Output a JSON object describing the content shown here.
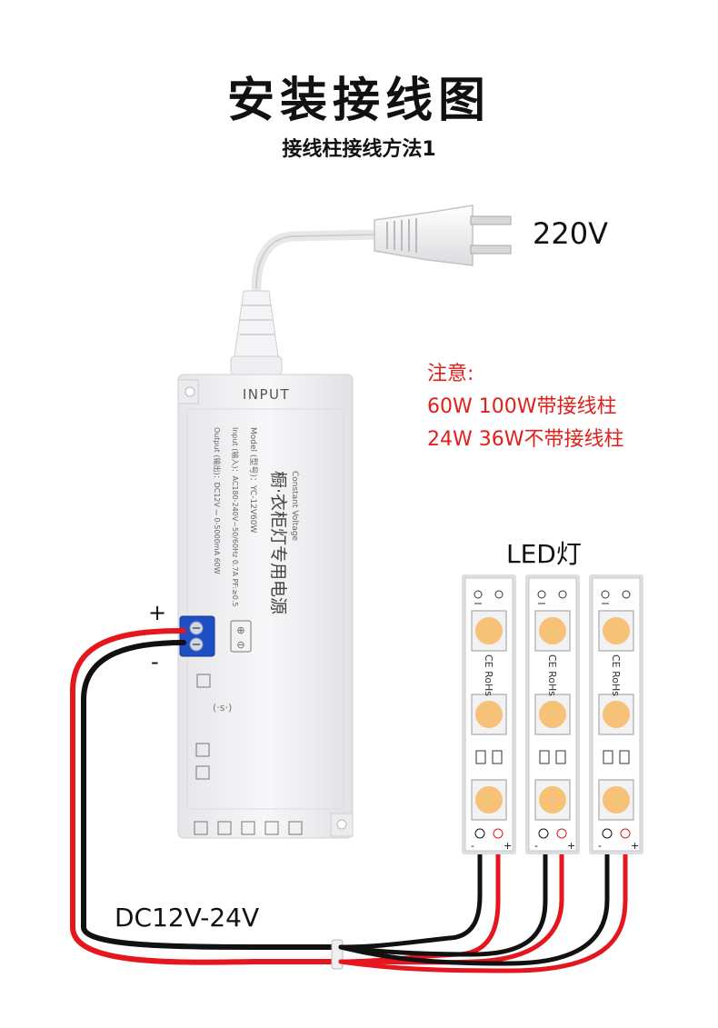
{
  "title": "安装接线图",
  "subtitle": "接线柱接线方法1",
  "plug": {
    "voltage": "220V"
  },
  "notice": {
    "heading": "注意:",
    "line1": "60W 100W带接线柱",
    "line2": "24W 36W不带接线柱"
  },
  "power_supply": {
    "input_label": "INPUT",
    "name_cn": "橱·衣柜灯专用电源",
    "name_en": "Constant Voltage",
    "model_line": "Model  (型号)：YC-12V60W",
    "input_line": "Input  (输入)：AC180-240V~50/60Hz 0.7A PF:≥0.5",
    "output_line": "Output  (输出)：DC12V ⎓ 0-5000mA 60W",
    "terminal_plus": "+",
    "terminal_minus": "-"
  },
  "led": {
    "label": "LED灯",
    "strip_marking": "CE RoHs",
    "pad_minus": "-",
    "pad_plus": "+",
    "strip_count": 3
  },
  "cable": {
    "label": "DC12V-24V"
  },
  "colors": {
    "wire_red": "#e5161d",
    "wire_black": "#111111",
    "notice_red": "#e0201a",
    "led_yellow": "#f6c277",
    "pcb_white": "#ffffff",
    "housing": "#f3f3f5",
    "terminal_blue": "#1e4fc4"
  }
}
